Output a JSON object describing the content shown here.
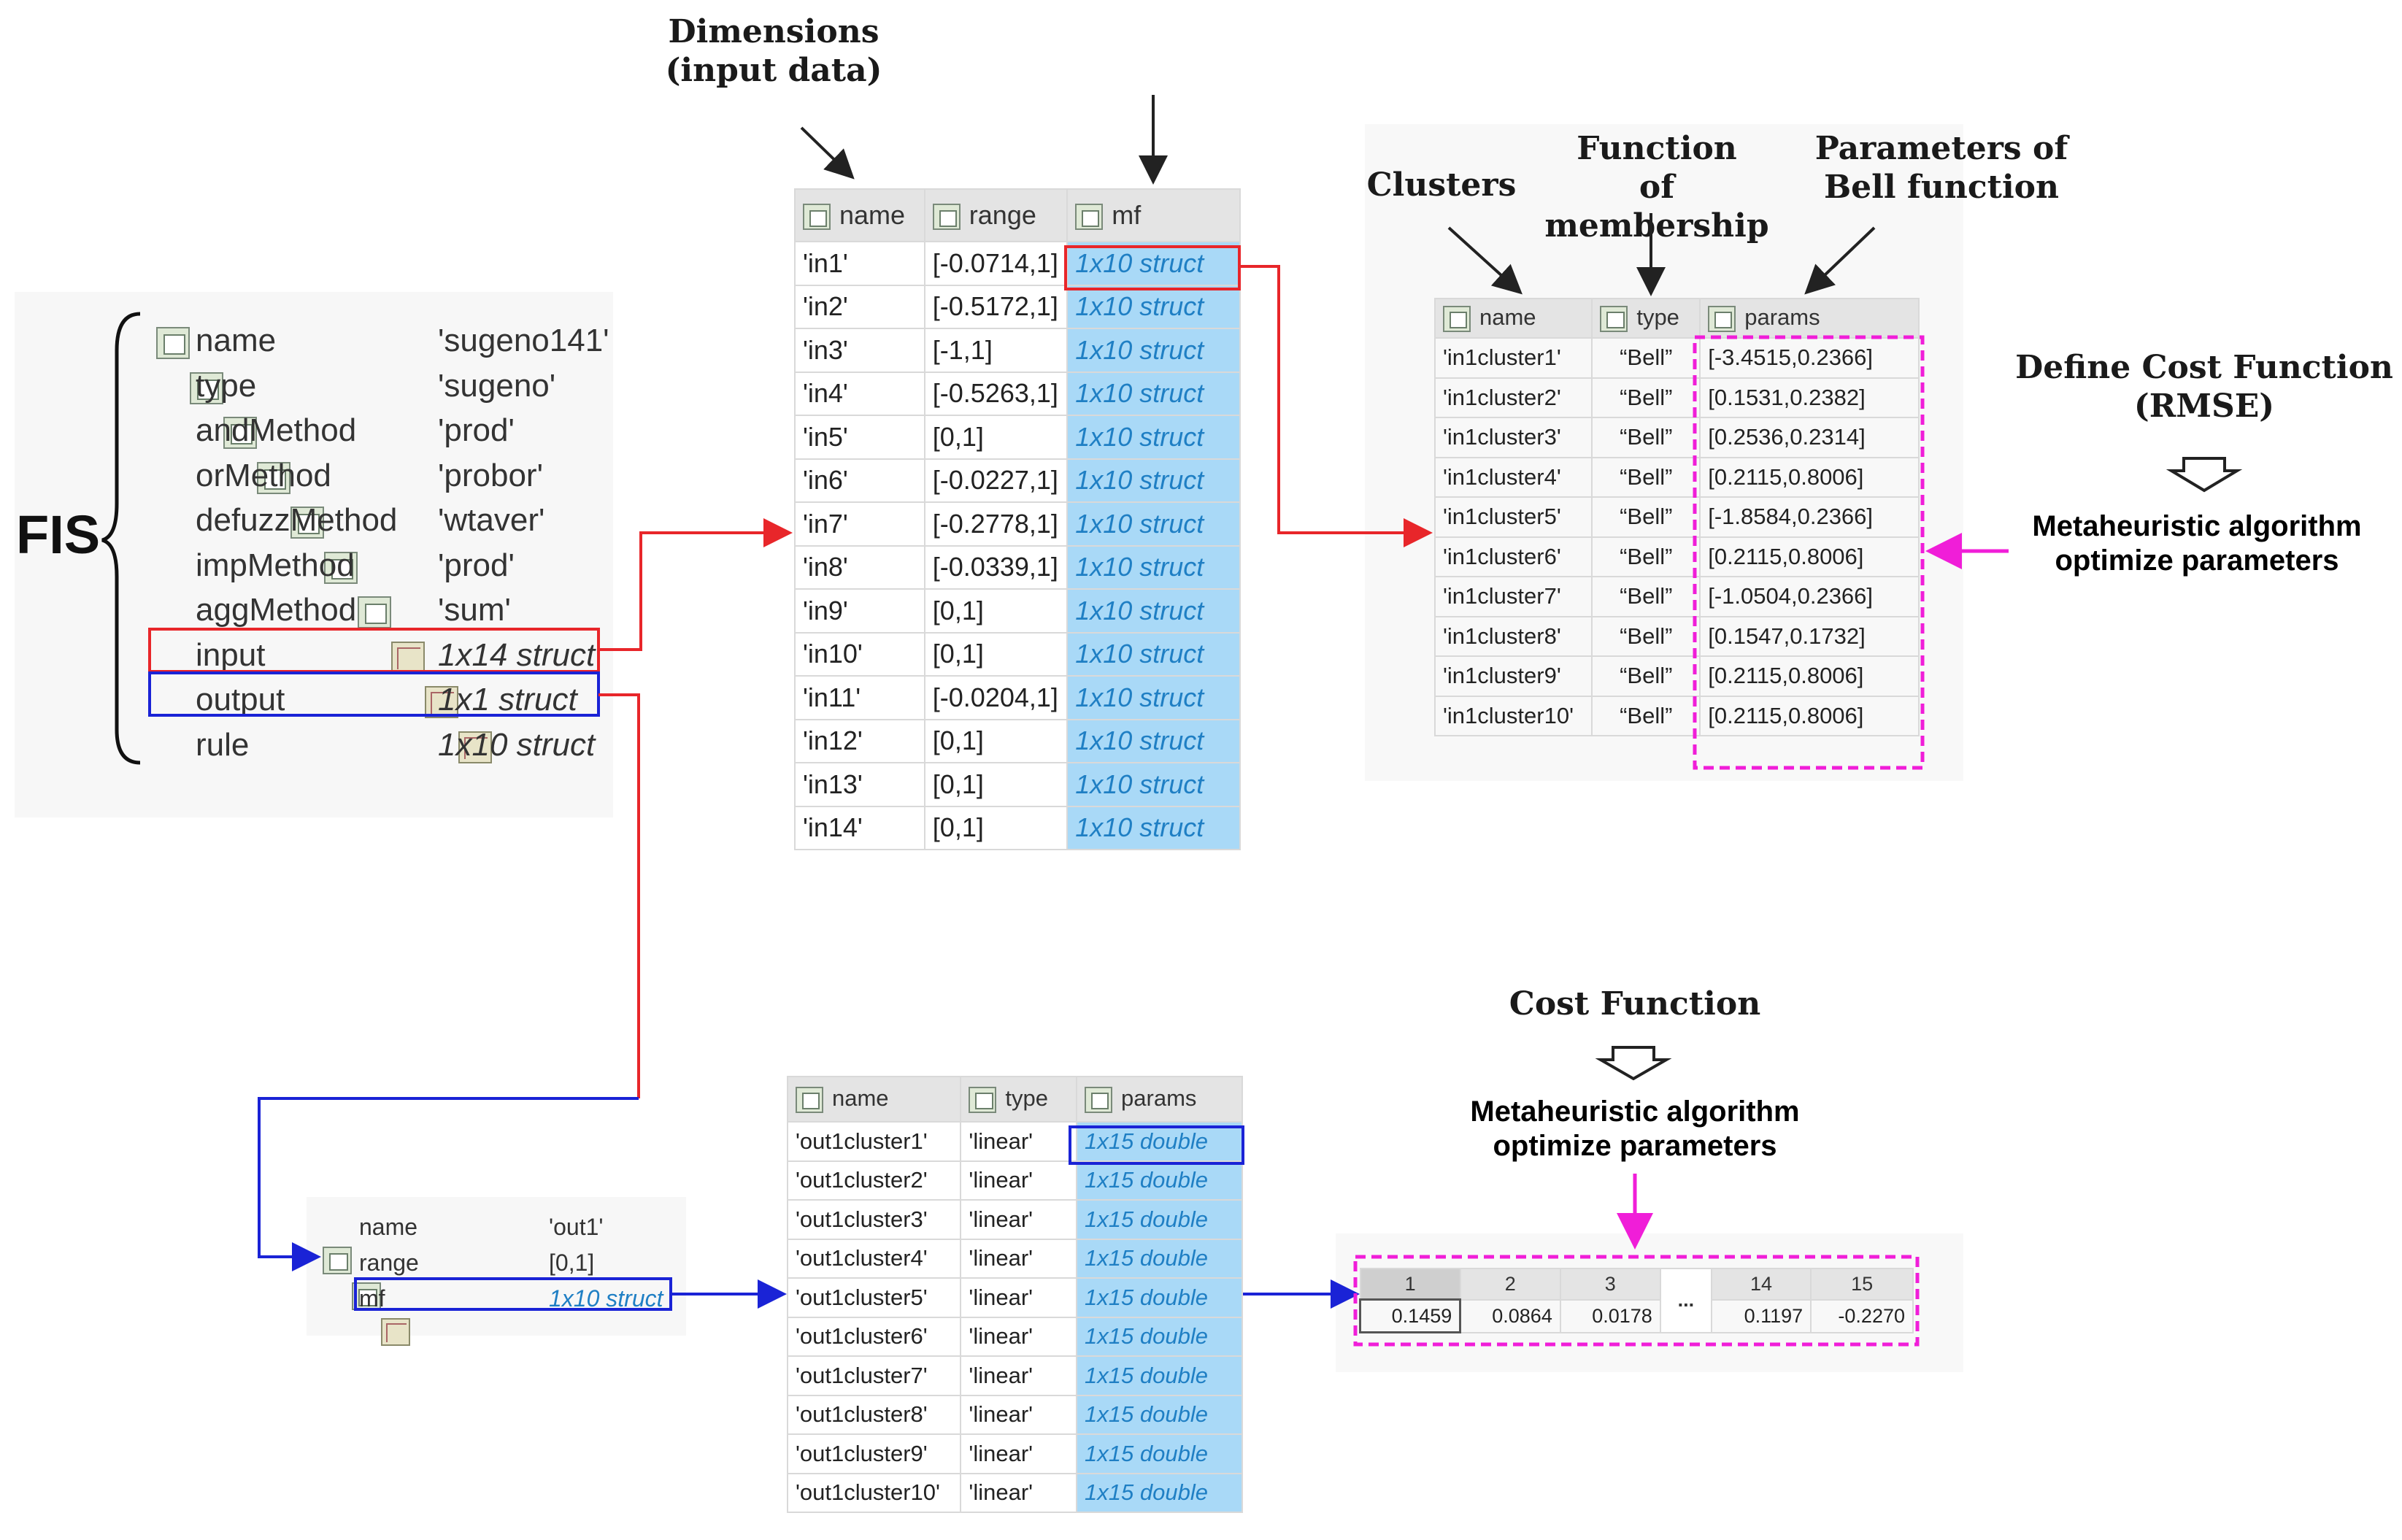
{
  "labels": {
    "fis": "FIS",
    "dimensions": "Dimensions\n(input data)",
    "clusters": "Clusters",
    "function_membership": "Function\nof membership",
    "params_bell": "Parameters of\nBell function",
    "define_cost": "Define Cost Function\n(RMSE)",
    "meta_top": "Metaheuristic algorithm\noptimize parameters",
    "cost_function": "Cost Function",
    "meta_bottom": "Metaheuristic algorithm\noptimize parameters"
  },
  "fis_struct": [
    {
      "field": "name",
      "value": "'sugeno141'"
    },
    {
      "field": "type",
      "value": "'sugeno'"
    },
    {
      "field": "andMethod",
      "value": "'prod'"
    },
    {
      "field": "orMethod",
      "value": "'probor'"
    },
    {
      "field": "defuzzMethod",
      "value": "'wtaver'"
    },
    {
      "field": "impMethod",
      "value": "'prod'"
    },
    {
      "field": "aggMethod",
      "value": "'sum'"
    },
    {
      "field": "input",
      "value": "1x14 struct"
    },
    {
      "field": "output",
      "value": "1x1 struct"
    },
    {
      "field": "rule",
      "value": "1x10 struct"
    }
  ],
  "input_table": {
    "headers": [
      "name",
      "range",
      "mf"
    ],
    "rows": [
      [
        "'in1'",
        "[-0.0714,1]",
        "1x10 struct"
      ],
      [
        "'in2'",
        "[-0.5172,1]",
        "1x10 struct"
      ],
      [
        "'in3'",
        "[-1,1]",
        "1x10 struct"
      ],
      [
        "'in4'",
        "[-0.5263,1]",
        "1x10 struct"
      ],
      [
        "'in5'",
        "[0,1]",
        "1x10 struct"
      ],
      [
        "'in6'",
        "[-0.0227,1]",
        "1x10 struct"
      ],
      [
        "'in7'",
        "[-0.2778,1]",
        "1x10 struct"
      ],
      [
        "'in8'",
        "[-0.0339,1]",
        "1x10 struct"
      ],
      [
        "'in9'",
        "[0,1]",
        "1x10 struct"
      ],
      [
        "'in10'",
        "[0,1]",
        "1x10 struct"
      ],
      [
        "'in11'",
        "[-0.0204,1]",
        "1x10 struct"
      ],
      [
        "'in12'",
        "[0,1]",
        "1x10 struct"
      ],
      [
        "'in13'",
        "[0,1]",
        "1x10 struct"
      ],
      [
        "'in14'",
        "[0,1]",
        "1x10 struct"
      ]
    ]
  },
  "cluster_table": {
    "headers": [
      "name",
      "type",
      "params"
    ],
    "rows": [
      [
        "'in1cluster1'",
        "“Bell”",
        "[-3.4515,0.2366]"
      ],
      [
        "'in1cluster2'",
        "“Bell”",
        "[0.1531,0.2382]"
      ],
      [
        "'in1cluster3'",
        "“Bell”",
        "[0.2536,0.2314]"
      ],
      [
        "'in1cluster4'",
        "“Bell”",
        "[0.2115,0.8006]"
      ],
      [
        "'in1cluster5'",
        "“Bell”",
        "[-1.8584,0.2366]"
      ],
      [
        "'in1cluster6'",
        "“Bell”",
        "[0.2115,0.8006]"
      ],
      [
        "'in1cluster7'",
        "“Bell”",
        "[-1.0504,0.2366]"
      ],
      [
        "'in1cluster8'",
        "“Bell”",
        "[0.1547,0.1732]"
      ],
      [
        "'in1cluster9'",
        "“Bell”",
        "[0.2115,0.8006]"
      ],
      [
        "'in1cluster10'",
        "“Bell”",
        "[0.2115,0.8006]"
      ]
    ]
  },
  "output_struct": [
    {
      "field": "name",
      "value": "'out1'"
    },
    {
      "field": "range",
      "value": "[0,1]"
    },
    {
      "field": "mf",
      "value": "1x10 struct"
    }
  ],
  "output_table": {
    "headers": [
      "name",
      "type",
      "params"
    ],
    "rows": [
      [
        "'out1cluster1'",
        "'linear'",
        "1x15 double"
      ],
      [
        "'out1cluster2'",
        "'linear'",
        "1x15 double"
      ],
      [
        "'out1cluster3'",
        "'linear'",
        "1x15 double"
      ],
      [
        "'out1cluster4'",
        "'linear'",
        "1x15 double"
      ],
      [
        "'out1cluster5'",
        "'linear'",
        "1x15 double"
      ],
      [
        "'out1cluster6'",
        "'linear'",
        "1x15 double"
      ],
      [
        "'out1cluster7'",
        "'linear'",
        "1x15 double"
      ],
      [
        "'out1cluster8'",
        "'linear'",
        "1x15 double"
      ],
      [
        "'out1cluster9'",
        "'linear'",
        "1x15 double"
      ],
      [
        "'out1cluster10'",
        "'linear'",
        "1x15 double"
      ]
    ]
  },
  "params_vector": {
    "headers": [
      "1",
      "2",
      "3",
      "14",
      "15"
    ],
    "values": [
      "0.1459",
      "0.0864",
      "0.0178",
      "0.1197",
      "-0.2270"
    ],
    "ellipsis": "..."
  },
  "colors": {
    "red": "#e8262a",
    "blue": "#1a23d6",
    "magenta": "#f01ed8",
    "struct_blue": "#1f7fc4",
    "cell_blue": "#a9d9f7"
  }
}
